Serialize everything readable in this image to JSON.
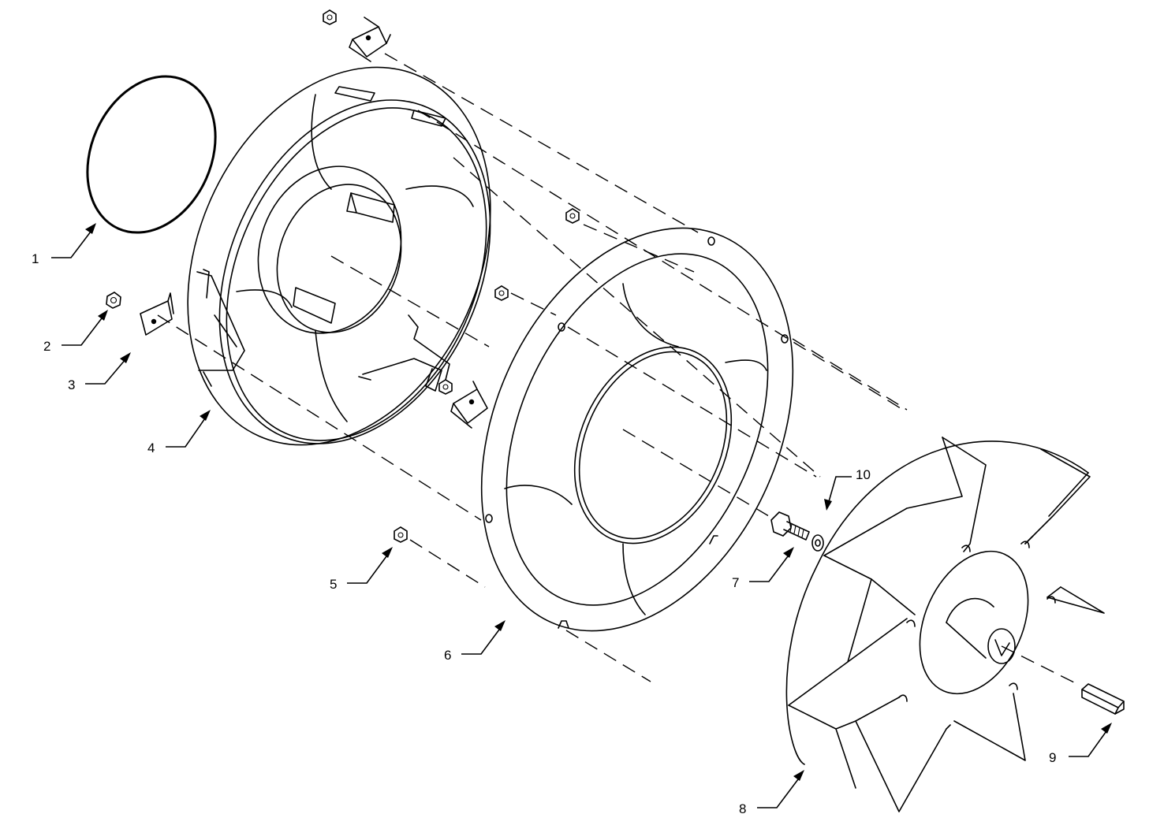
{
  "diagram": {
    "callouts": [
      {
        "id": "callout-1",
        "label": "1"
      },
      {
        "id": "callout-2",
        "label": "2"
      },
      {
        "id": "callout-3",
        "label": "3"
      },
      {
        "id": "callout-4",
        "label": "4"
      },
      {
        "id": "callout-5",
        "label": "5"
      },
      {
        "id": "callout-6",
        "label": "6"
      },
      {
        "id": "callout-7",
        "label": "7"
      },
      {
        "id": "callout-8",
        "label": "8"
      },
      {
        "id": "callout-9",
        "label": "9"
      },
      {
        "id": "callout-10",
        "label": "10"
      }
    ]
  }
}
